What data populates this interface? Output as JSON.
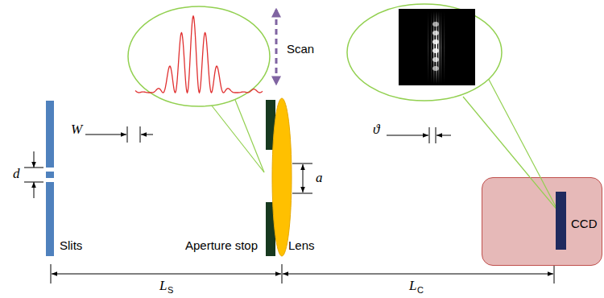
{
  "diagram": {
    "nodes": [
      {
        "text": [
          "CCD"
        ]
      }
    ],
    "labels": [
      "d",
      "W",
      "Slits",
      "Aperture stop",
      "Lens",
      "a",
      "Scan",
      "ϑ",
      "L",
      "S",
      "L",
      "C"
    ]
  }
}
